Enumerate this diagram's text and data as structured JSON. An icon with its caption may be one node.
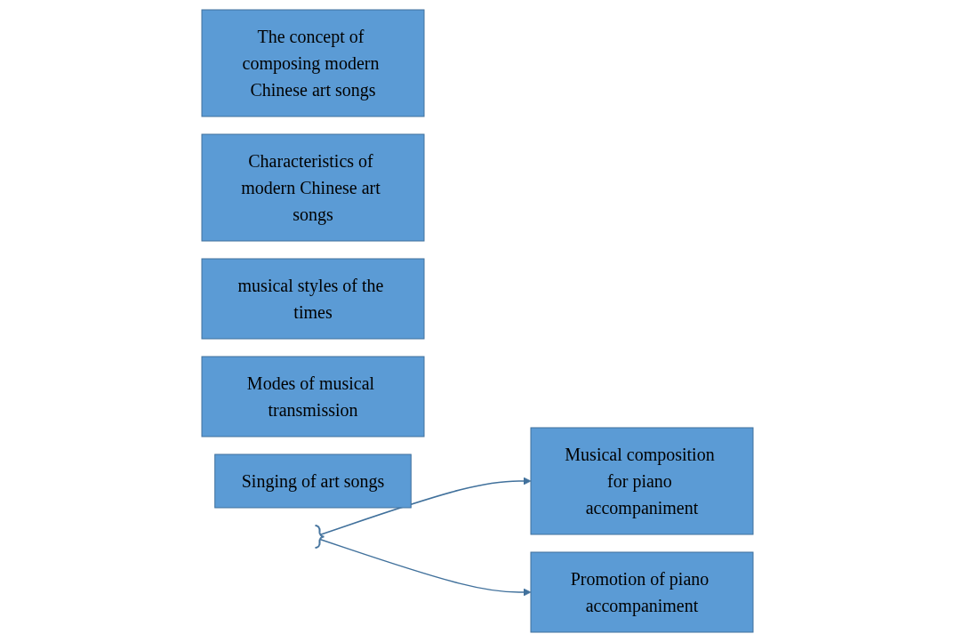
{
  "diagram": {
    "nodes": [
      {
        "text": [
          "The concept of composing modern Chinese art songs"
        ]
      },
      {
        "text": [
          "Characteristics of modern Chinese art songs"
        ]
      },
      {
        "text": [
          "musical styles of the times"
        ]
      },
      {
        "text": [
          "Modes of musical transmission"
        ]
      },
      {
        "text": [
          "Singing of art songs"
        ]
      },
      {
        "text": [
          "Musical composition for piano accompaniment"
        ]
      },
      {
        "text": [
          "Promotion of piano accompaniment"
        ]
      },
      {
        "text": [],
        "shape": "brace"
      }
    ],
    "edges": [
      {
        "from": 7,
        "to": 5,
        "arrow": "to"
      },
      {
        "from": 7,
        "to": 6,
        "arrow": "to"
      }
    ]
  }
}
